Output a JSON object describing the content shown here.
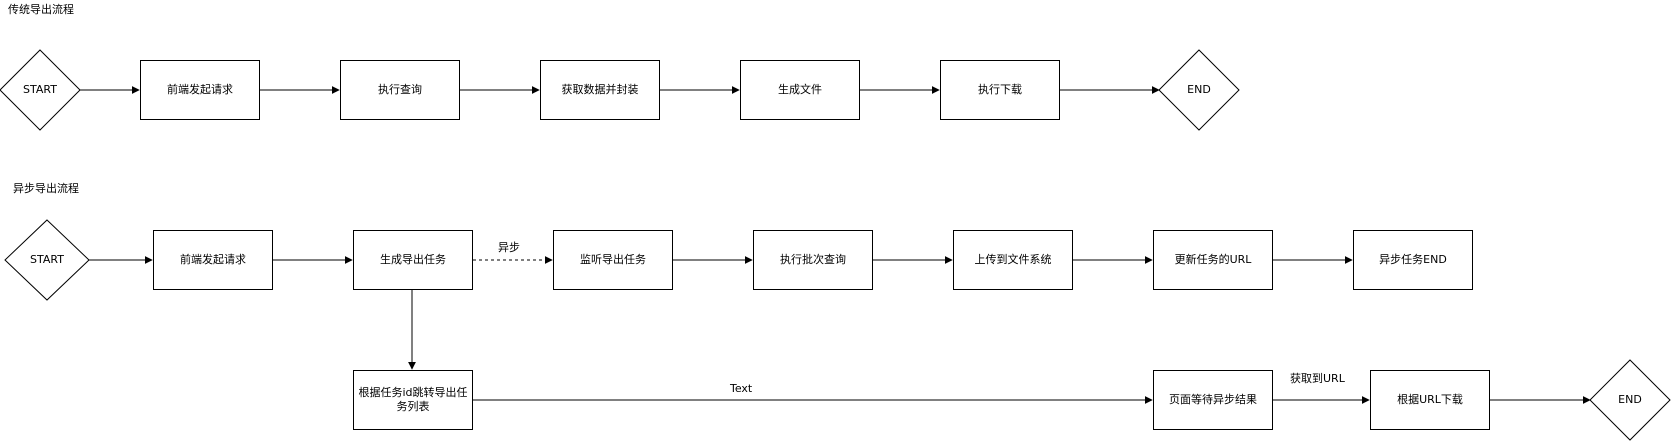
{
  "diagram": {
    "title_traditional": "传统导出流程",
    "title_async": "异步导出流程",
    "row1": {
      "start": "START",
      "request": "前端发起请求",
      "query": "执行查询",
      "fetch": "获取数据并封装",
      "generate": "生成文件",
      "download": "执行下载",
      "end": "END"
    },
    "row2": {
      "start": "START",
      "request": "前端发起请求",
      "create_task": "生成导出任务",
      "listen": "监听导出任务",
      "batch_query": "执行批次查询",
      "upload": "上传到文件系统",
      "update_url": "更新任务的URL",
      "async_end": "异步任务END"
    },
    "row3": {
      "jump_list": "根据任务id跳转导出任务列表",
      "wait": "页面等待异步结果",
      "download_by_url": "根据URL下载",
      "end": "END"
    },
    "edge_labels": {
      "async": "异步",
      "text": "Text",
      "got_url": "获取到URL"
    }
  }
}
